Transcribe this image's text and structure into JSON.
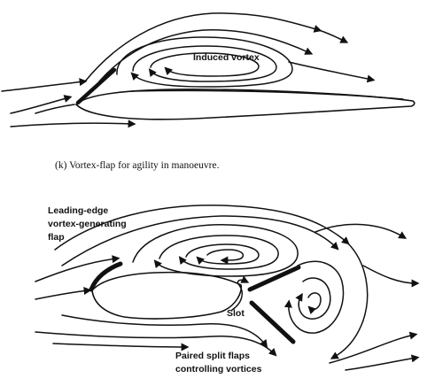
{
  "top_diagram": {
    "label": "Induced vortex",
    "caption": "(k)  Vortex-flap for agility in manoeuvre."
  },
  "bottom_diagram": {
    "label_leading_edge_flap": [
      "Leading-edge",
      "vortex-generating",
      "flap"
    ],
    "label_slot": "Slot",
    "label_split_flaps": [
      "Paired split flaps",
      "controlling vortices"
    ]
  },
  "colors": {
    "ink": "#111111",
    "background": "#ffffff"
  }
}
